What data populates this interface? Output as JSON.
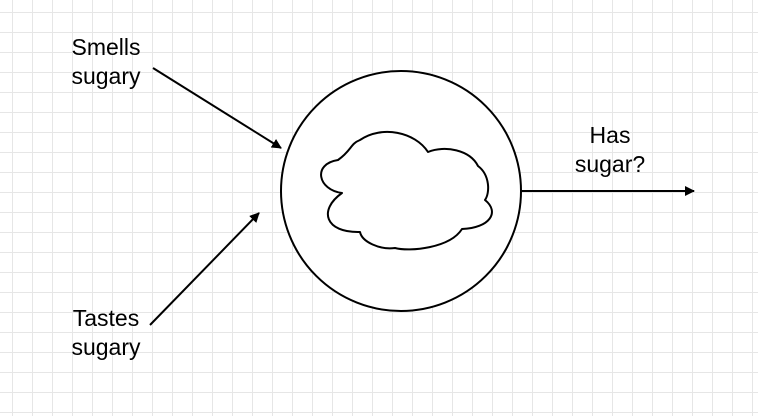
{
  "diagram": {
    "inputs": [
      {
        "id": "smells",
        "lines": [
          "Smells",
          "sugary"
        ]
      },
      {
        "id": "tastes",
        "lines": [
          "Tastes",
          "sugary"
        ]
      }
    ],
    "node": {
      "shape": "circle",
      "content_icon": "cloud-icon"
    },
    "output": {
      "lines": [
        "Has",
        "sugar?"
      ]
    },
    "colors": {
      "stroke": "#000000",
      "grid": "#e6e6e6",
      "background": "#ffffff"
    }
  }
}
